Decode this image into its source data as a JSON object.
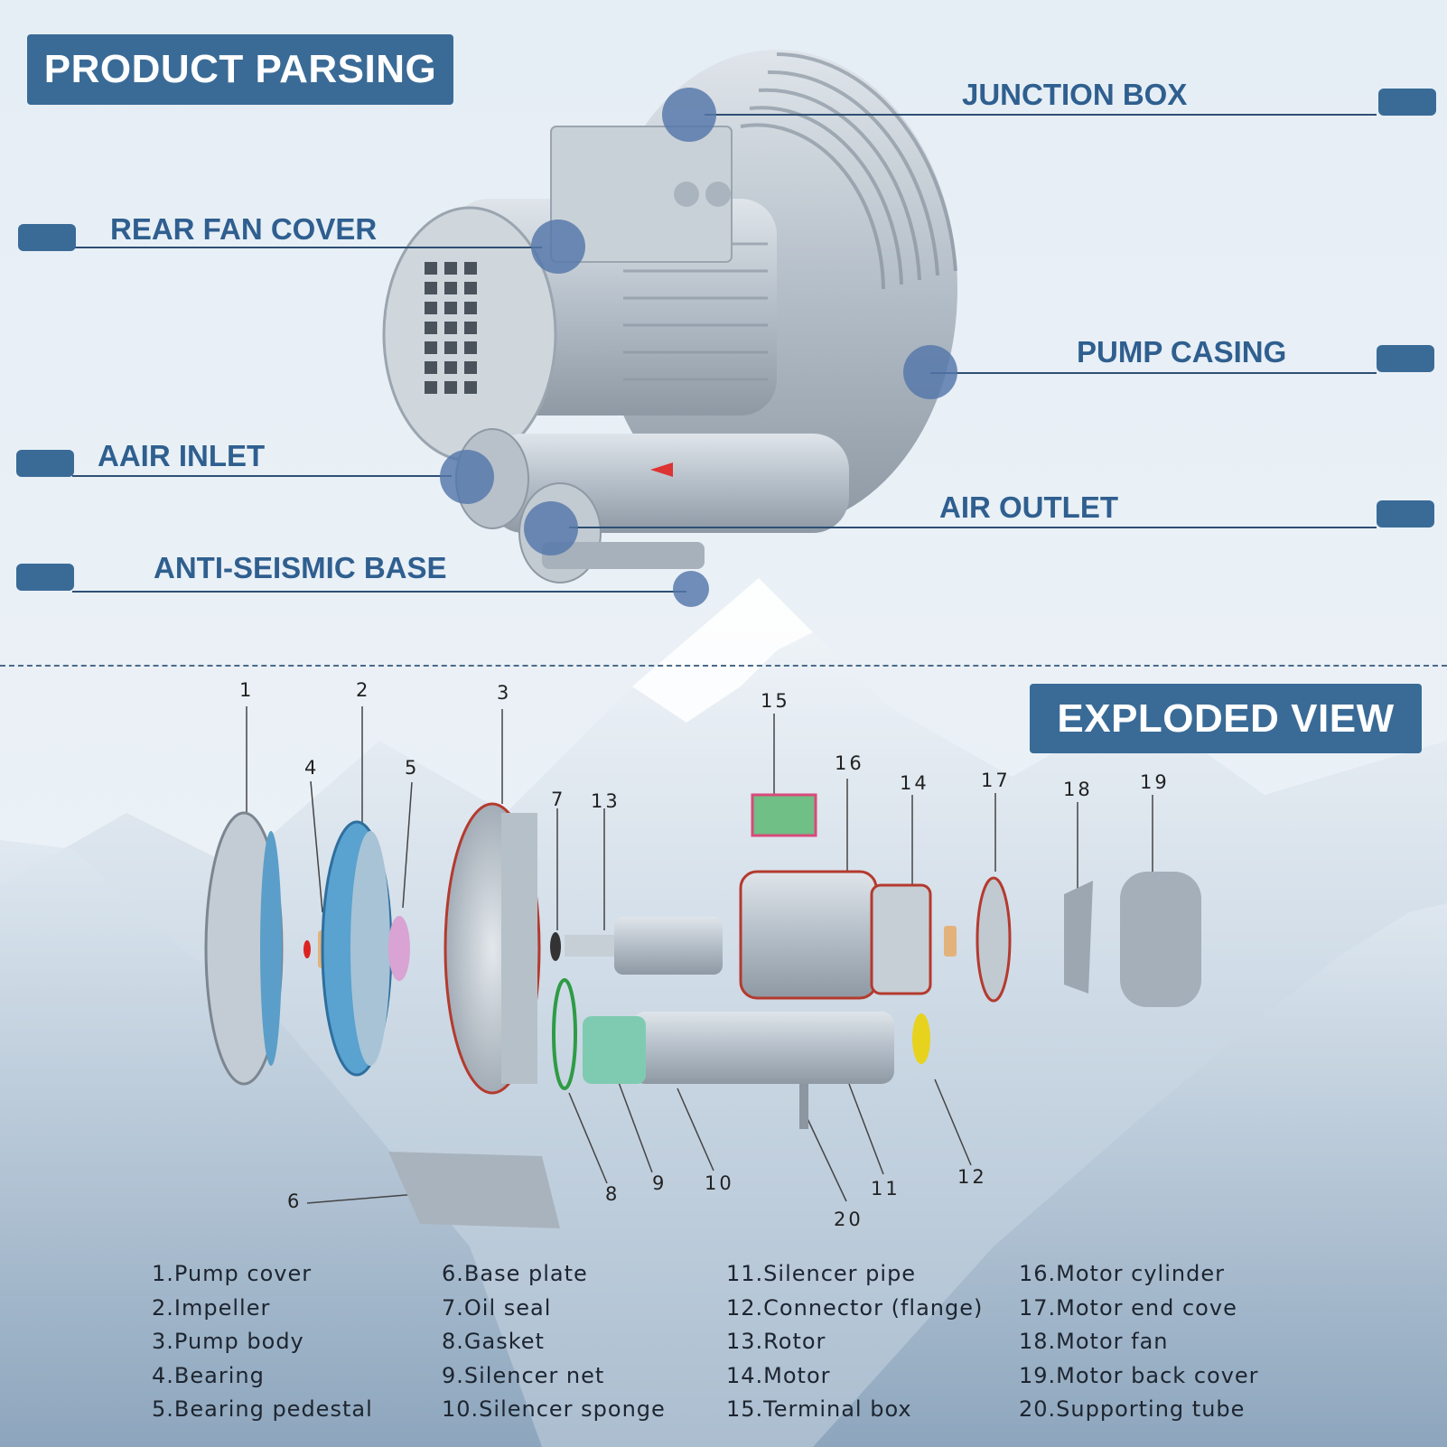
{
  "header": {
    "product_title": "PRODUCT PARSING",
    "exploded_title": "EXPLODED VIEW"
  },
  "callouts": {
    "junction_box": "JUNCTION BOX",
    "rear_fan_cover": "REAR FAN COVER",
    "pump_casing": "PUMP CASING",
    "air_inlet": "AAIR INLET",
    "air_outlet": "AIR OUTLET",
    "anti_seismic_base": "ANTI-SEISMIC BASE"
  },
  "part_numbers": [
    "1",
    "2",
    "3",
    "4",
    "5",
    "6",
    "7",
    "8",
    "9",
    "10",
    "11",
    "12",
    "13",
    "14",
    "15",
    "16",
    "17",
    "18",
    "19",
    "20"
  ],
  "legend": {
    "col1": [
      "1.Pump cover",
      "2.Impeller",
      "3.Pump body",
      "4.Bearing",
      "5.Bearing pedestal"
    ],
    "col2": [
      "6.Base plate",
      "7.Oil seal",
      "8.Gasket",
      "9.Silencer net",
      "10.Silencer sponge"
    ],
    "col3": [
      "11.Silencer pipe",
      "12.Connector (flange)",
      "13.Rotor",
      "14.Motor",
      "15.Terminal box"
    ],
    "col4": [
      "16.Motor cylinder",
      "17.Motor end cove",
      "18.Motor fan",
      "19.Motor back cover",
      "20.Supporting tube"
    ]
  },
  "colors": {
    "badge": "#3a6b97",
    "label": "#2f5f8f",
    "metal": "#b9c3cc",
    "sky": "#e9f0f6"
  }
}
